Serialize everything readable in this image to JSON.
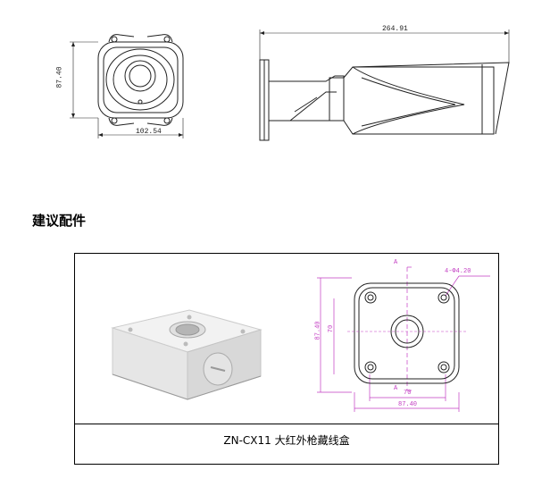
{
  "front_view": {
    "height_dim": "87.40",
    "width_dim": "102.54"
  },
  "side_view": {
    "length_dim": "264.91"
  },
  "section": {
    "title": "建议配件"
  },
  "accessory_box": {
    "drawing": {
      "label_a_top": "A",
      "label_a_bottom": "A",
      "hole_callout": "4-Φ4.20",
      "dim_outer_height": "87.40",
      "dim_inner_height": "70",
      "dim_inner_width": "70",
      "dim_outer_width": "87.40"
    },
    "caption": "ZN-CX11 大红外枪藏线盒"
  }
}
